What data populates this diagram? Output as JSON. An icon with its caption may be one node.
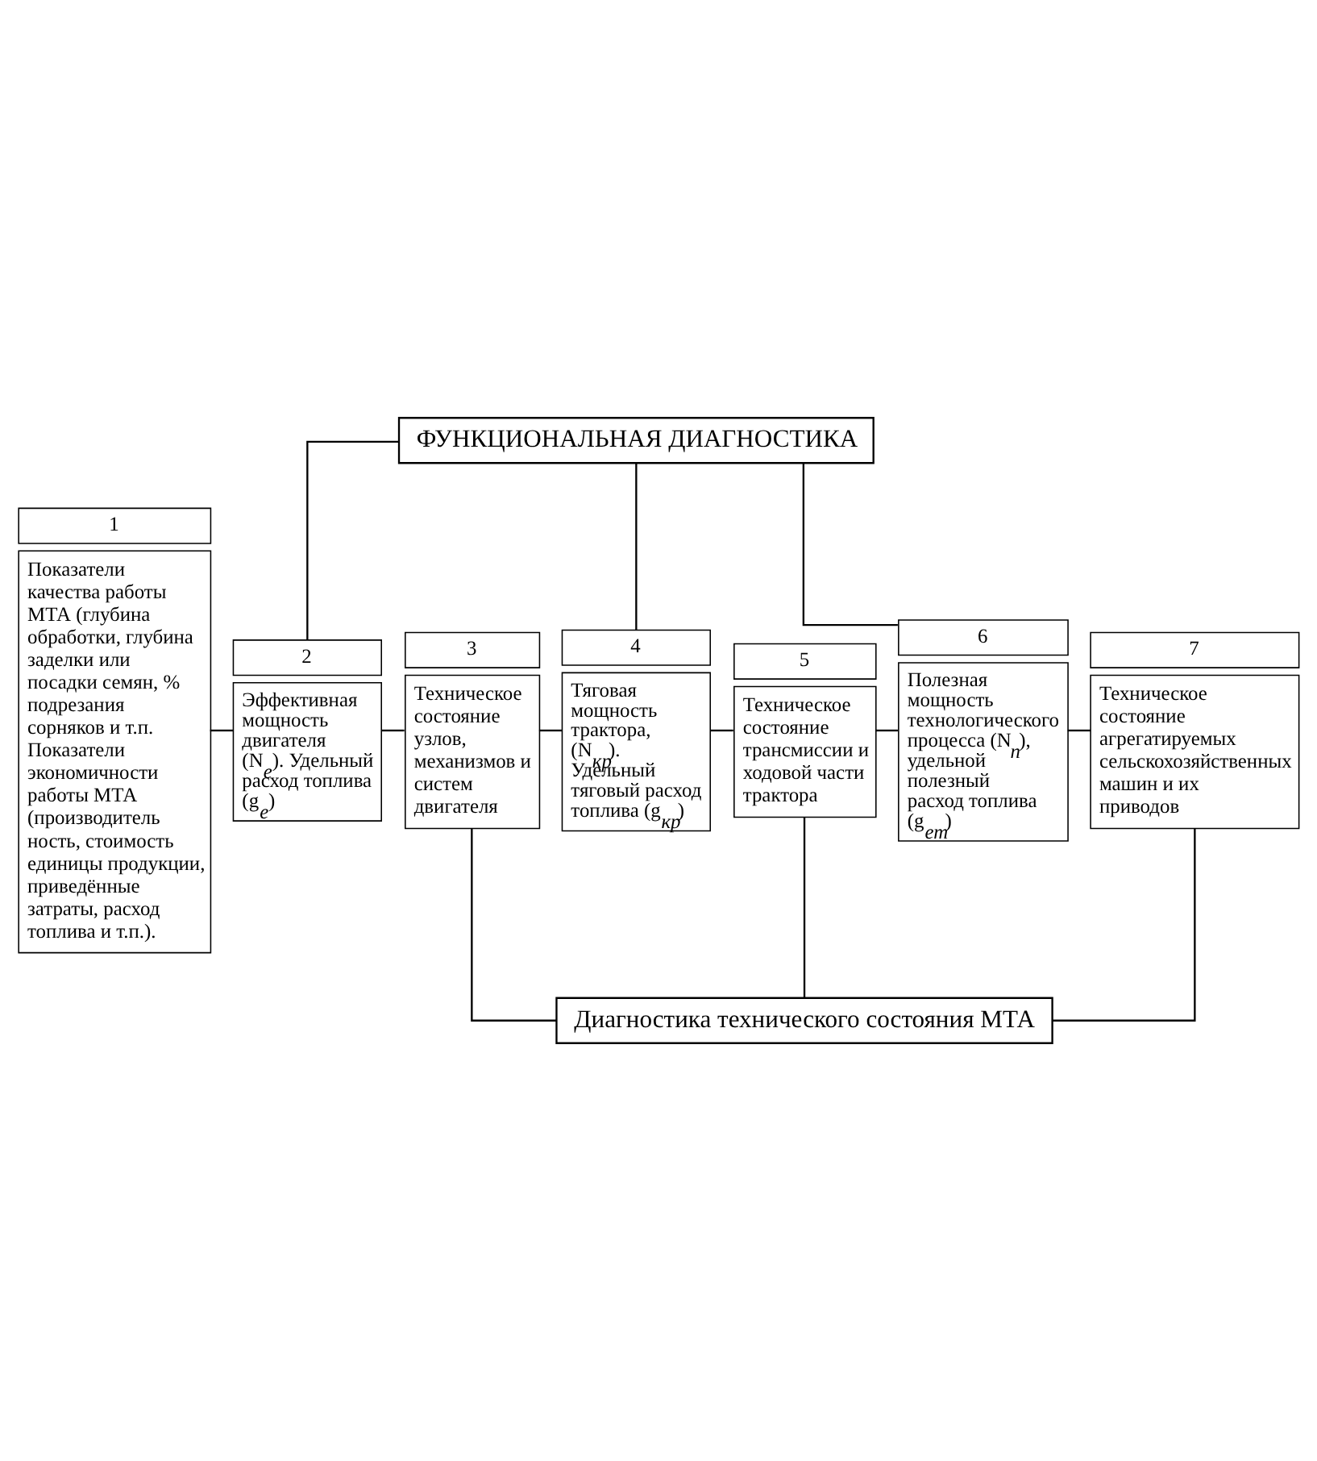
{
  "diagram": {
    "nodes": [
      {
        "text": [
          "ФУНКЦИОНАЛЬНАЯ ДИАГНОСТИКА"
        ]
      },
      {
        "text": [
          "1",
          "Показатели качества работы МТА (глубина обработки, глубина заделки или посадки семян, % подрезания сорняков и т.п. Показатели экономичности работы МТА (производитель ность, стоимость единицы продукции, приведённые затраты, расход топлива и т.п.)."
        ]
      },
      {
        "text": [
          "2",
          "Эффективная мощность двигателя (N$_{e}$). Удельный расход топлива (g$_{e}$)"
        ]
      },
      {
        "text": [
          "3",
          "Техническое состояние узлов, механизмов и систем двигателя"
        ]
      },
      {
        "text": [
          "4",
          "Тяговая мощность трактора, (N$_{кр}$). Удельный тяговый расход топлива (g$_{кр}$)"
        ]
      },
      {
        "text": [
          "5",
          "Техническое состояние трансмиссии и ходовой части трактора"
        ]
      },
      {
        "text": [
          "6",
          "Полезная мощность технологического процесса (N$_{п}$), удельной полезный расход топлива (g$_{ет}$)"
        ]
      },
      {
        "text": [
          "7",
          "Техническое состояние агрегатируемых сельскохозяйственных машин и их приводов"
        ]
      },
      {
        "text": [
          "Диагностика технического состояния МТА"
        ]
      }
    ],
    "edges": [
      {
        "from": 0,
        "to": 2,
        "arrow": "none"
      },
      {
        "from": 0,
        "to": 4,
        "arrow": "none"
      },
      {
        "from": 0,
        "to": 6,
        "arrow": "none"
      },
      {
        "from": 1,
        "to": 2,
        "arrow": "none"
      },
      {
        "from": 2,
        "to": 3,
        "arrow": "none"
      },
      {
        "from": 3,
        "to": 4,
        "arrow": "none"
      },
      {
        "from": 4,
        "to": 5,
        "arrow": "none"
      },
      {
        "from": 5,
        "to": 6,
        "arrow": "none"
      },
      {
        "from": 6,
        "to": 7,
        "arrow": "none"
      },
      {
        "from": 3,
        "to": 8,
        "arrow": "none"
      },
      {
        "from": 5,
        "to": 8,
        "arrow": "none"
      },
      {
        "from": 7,
        "to": 8,
        "arrow": "none"
      }
    ]
  }
}
